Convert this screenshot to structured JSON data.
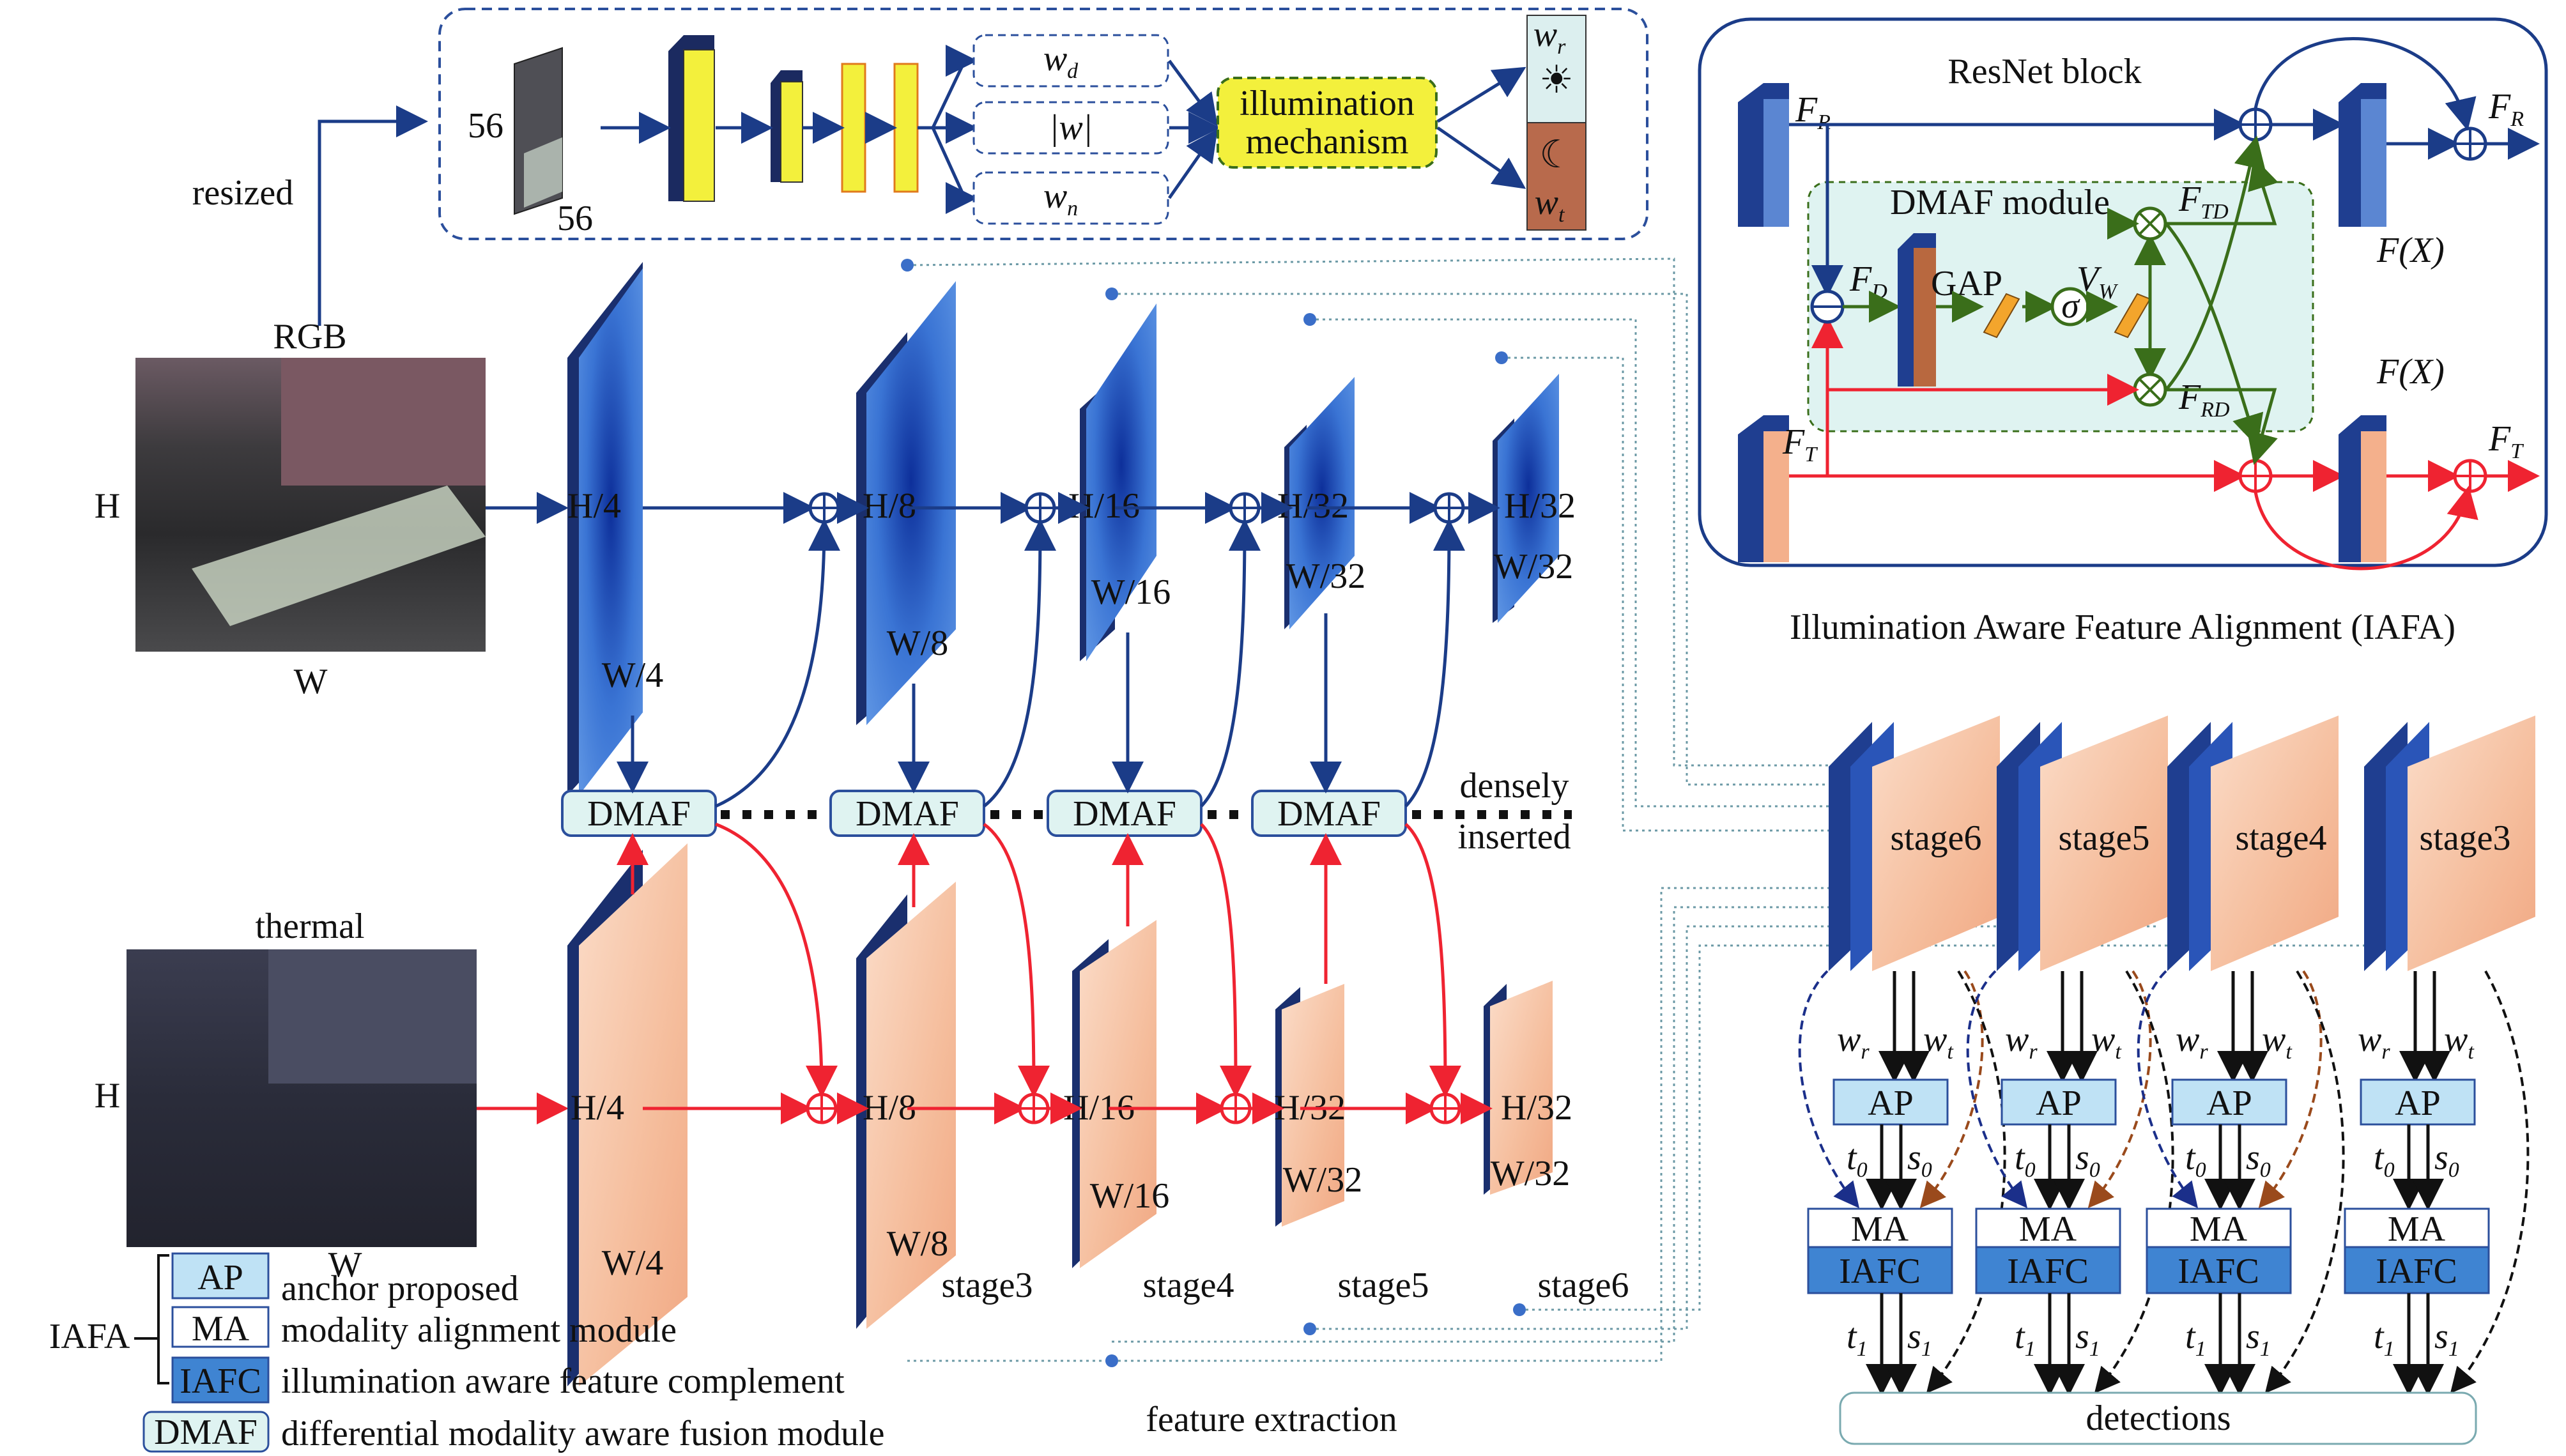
{
  "colors": {
    "blue": "#1b3c88",
    "red": "#ef2331",
    "green": "#3a6e1a",
    "box_fill": "#dff3f1",
    "ap_fill": "#bfe2f5",
    "iafc_fill": "#3f84d2",
    "yellow": "#f3f03c",
    "peach": "#f6c3a4"
  },
  "inputs": {
    "rgb_label": "RGB",
    "thermal_label": "thermal",
    "h": "H",
    "w": "W",
    "resized": "resized"
  },
  "illum": {
    "size_h": "56",
    "size_w": "56",
    "wd": "w",
    "wd_sub": "d",
    "wabs": "|w|",
    "wn": "w",
    "wn_sub": "n",
    "mechanism_line1": "illumination",
    "mechanism_line2": "mechanism",
    "wr": "w",
    "wr_sub": "r",
    "wt": "w",
    "wt_sub": "t"
  },
  "backbone": {
    "rgb_dims": [
      {
        "h": "H/4",
        "w": "W/4"
      },
      {
        "h": "H/8",
        "w": "W/8"
      },
      {
        "h": "H/16",
        "w": "W/16"
      },
      {
        "h": "H/32",
        "w": "W/32"
      },
      {
        "h": "H/32",
        "w": "W/32"
      }
    ],
    "thermal_dims": [
      {
        "h": "H/4",
        "w": "W/4"
      },
      {
        "h": "H/8",
        "w": "W/8"
      },
      {
        "h": "H/16",
        "w": "W/16"
      },
      {
        "h": "H/32",
        "w": "W/32"
      },
      {
        "h": "H/32",
        "w": "W/32"
      }
    ],
    "dmaf_label": "DMAF",
    "densely_line1": "densely",
    "densely_line2": "inserted",
    "stage_labels": [
      "stage3",
      "stage4",
      "stage5",
      "stage6"
    ],
    "feature_extraction": "feature extraction"
  },
  "resnet": {
    "title": "ResNet block",
    "fr": "F",
    "fr_sub": "R",
    "frp": "F",
    "frp_sub": "R",
    "ft": "F",
    "ft_sub": "T",
    "ftp": "F",
    "ftp_sub": "T",
    "dmaf_module": "DMAF module",
    "fd": "F",
    "fd_sub": "D",
    "gap": "GAP",
    "sigma": "σ",
    "vw": "V",
    "vw_sub": "W",
    "ftd": "F",
    "ftd_sub": "TD",
    "frd": "F",
    "frd_sub": "RD",
    "fx_blue": "F(X)",
    "fx_red": "F(X)",
    "caption": "Illumination Aware Feature Alignment (IAFA)"
  },
  "heads": {
    "stages": [
      "stage6",
      "stage5",
      "stage4",
      "stage3"
    ],
    "wr": "w",
    "wr_sub": "r",
    "wt": "w",
    "wt_sub": "t",
    "ap": "AP",
    "t0": "t",
    "t0_sub": "0",
    "s0": "s",
    "s0_sub": "0",
    "ma": "MA",
    "iafc": "IAFC",
    "t1": "t",
    "t1_sub": "1",
    "s1": "s",
    "s1_sub": "1",
    "detections": "detections"
  },
  "legend": {
    "iafa": "IAFA",
    "ap": "AP",
    "ap_desc": "anchor proposed",
    "ma": "MA",
    "ma_desc": "modality alignment module",
    "iafc": "IAFC",
    "iafc_desc": "illumination aware feature complement",
    "dmaf": "DMAF",
    "dmaf_desc": "differential modality aware fusion module"
  }
}
